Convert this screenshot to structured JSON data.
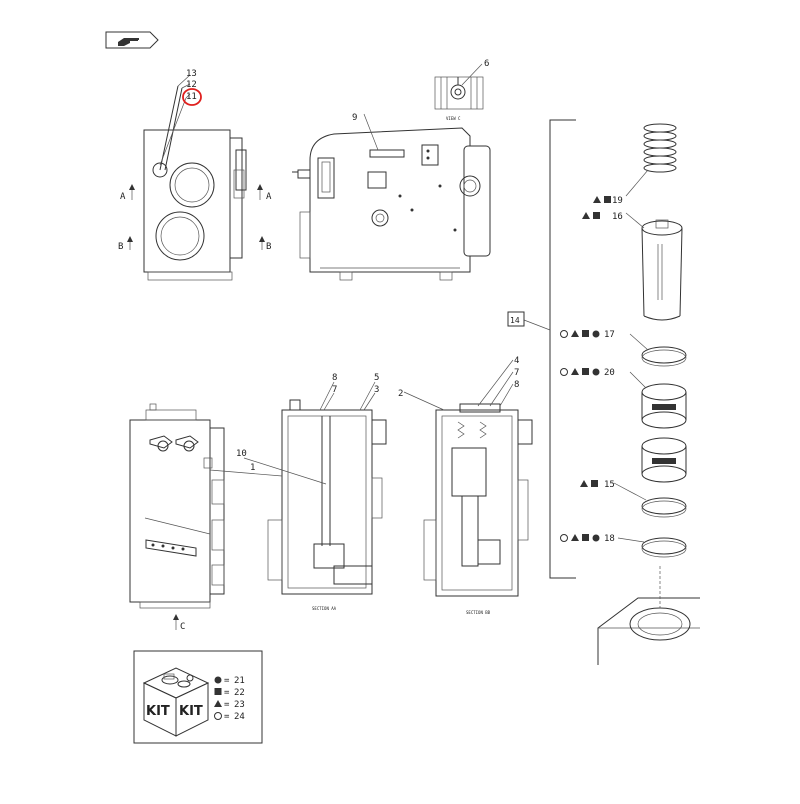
{
  "nav_icon": "hand-pointer-icon",
  "callouts": {
    "c13": "13",
    "c12": "12",
    "c11": "11",
    "c6": "6",
    "c9": "9",
    "c8": "8",
    "c7a": "7",
    "c5": "5",
    "c3": "3",
    "c2": "2",
    "c4": "4",
    "c7b": "7",
    "c8b": "8",
    "c10": "10",
    "c1": "1",
    "c14": "14",
    "c19": "19",
    "c16": "16",
    "c17": "17",
    "c20": "20",
    "c15": "15",
    "c18": "18"
  },
  "section_marks": {
    "a_left": "A",
    "a_right": "A",
    "b_left": "B",
    "b_right": "B",
    "c_bottom": "C"
  },
  "views": {
    "view_c": "VIEW C",
    "section_aa": "SECTION AA",
    "section_bb": "SECTION BB"
  },
  "kit": {
    "label_1": "KIT",
    "label_2": "KIT",
    "legend": [
      {
        "symbol": "circle-filled",
        "eq": "=",
        "ref": "21"
      },
      {
        "symbol": "square-filled",
        "eq": "=",
        "ref": "22"
      },
      {
        "symbol": "triangle-filled",
        "eq": "=",
        "ref": "23"
      },
      {
        "symbol": "circle-open",
        "eq": "=",
        "ref": "24"
      }
    ]
  },
  "highlight_color": "#e0201e"
}
